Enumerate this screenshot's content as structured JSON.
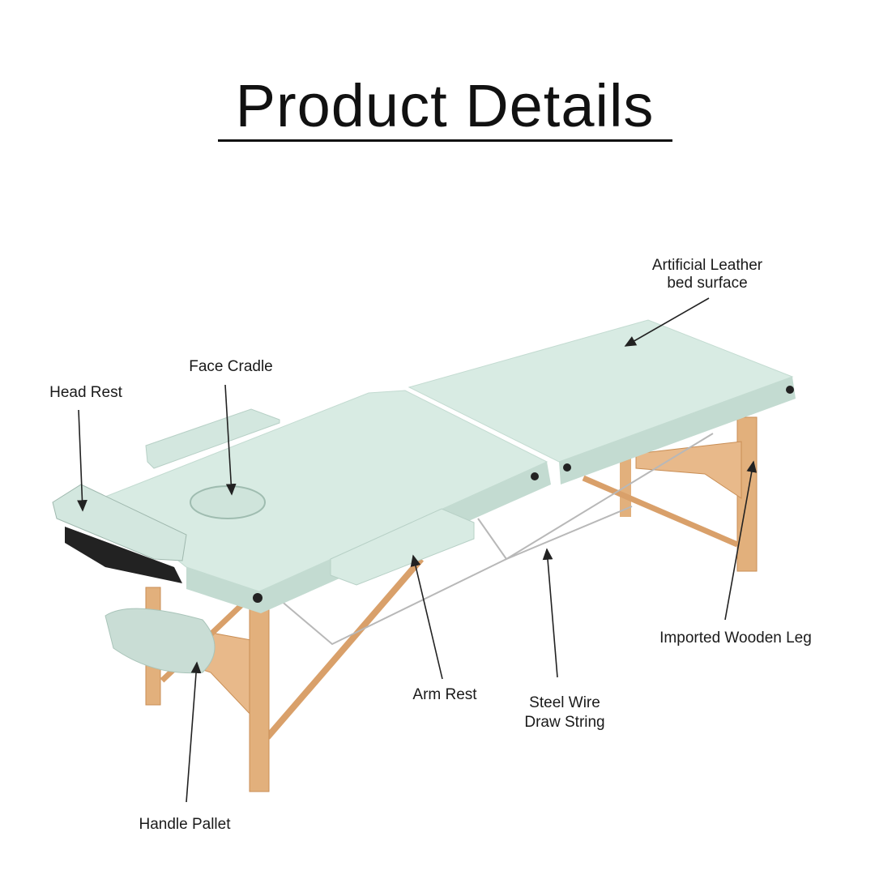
{
  "title": "Product Details",
  "colors": {
    "surface": "#d8ebe3",
    "surface_side": "#c3dbd1",
    "wood": "#e2b07c",
    "wood_dark": "#c98e55",
    "text": "#1a1a1a"
  },
  "labels": {
    "leather_line1": "Artificial Leather",
    "leather_line2": "bed surface",
    "face_cradle": "Face Cradle",
    "head_rest": "Head Rest",
    "wooden_leg": "Imported Wooden Leg",
    "arm_rest": "Arm Rest",
    "wire_line1": "Steel Wire",
    "wire_line2": "Draw String",
    "handle_pallet": "Handle Pallet"
  }
}
